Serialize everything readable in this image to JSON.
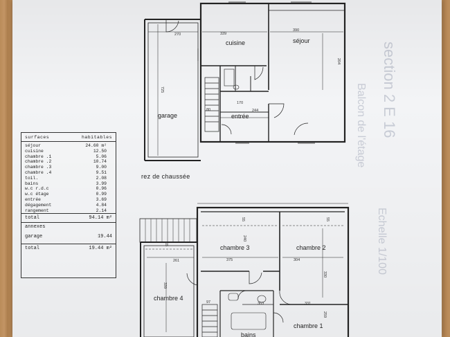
{
  "plan": {
    "ground_floor_caption": "rez de chaussée",
    "ground_rooms": {
      "cuisine": "cuisine",
      "sejour": "séjour",
      "garage": "garage",
      "entree": "entrée"
    },
    "ground_dims": {
      "d270": "270",
      "d339": "339",
      "d390": "390",
      "d725": "725",
      "d204": "204",
      "d244": "244",
      "d80": "80",
      "d170": "170"
    },
    "upper_rooms": {
      "ch3": "chambre 3",
      "ch2": "chambre 2",
      "ch4": "chambre 4",
      "ch1": "chambre 1",
      "bains": "bains"
    },
    "upper_dims": {
      "d55a": "55",
      "d55b": "55",
      "d55c": "55",
      "d240": "240",
      "d261": "261",
      "d375": "375",
      "d304": "304",
      "d330": "330",
      "d339b": "339",
      "d303": "303",
      "d331": "331",
      "d259": "259",
      "d97": "97"
    }
  },
  "table": {
    "header_left": "surfaces",
    "header_right": "habitables",
    "rows": [
      {
        "label": "séjour",
        "value": "24.60 m²"
      },
      {
        "label": "cuisine",
        "value": "12.50"
      },
      {
        "label": "chambre .1",
        "value": "5.06"
      },
      {
        "label": "chambre .2",
        "value": "10.74"
      },
      {
        "label": "chambre .3",
        "value": "9.00"
      },
      {
        "label": "chambre .4",
        "value": "9.51"
      },
      {
        "label": "toil.",
        "value": "2.08"
      },
      {
        "label": "bains",
        "value": "3.99"
      },
      {
        "label": "w.c  r.d.c",
        "value": "0.96"
      },
      {
        "label": "w.c  étage",
        "value": "0.99"
      },
      {
        "label": "entrée",
        "value": "3.69"
      },
      {
        "label": "dégagement",
        "value": "4.84"
      },
      {
        "label": "rangement",
        "value": "2.14"
      }
    ],
    "total_label": "total",
    "total_value": "94.14 m²",
    "annexes_label": "annexes",
    "garage_label": "garage",
    "garage_value": "19.44",
    "total2_label": "total",
    "total2_value": "19.44 m²"
  },
  "ghost_text": {
    "line1": "section 2 E 16",
    "line2": "Balcon de l'étage",
    "line3": "Echelle 1/100"
  }
}
